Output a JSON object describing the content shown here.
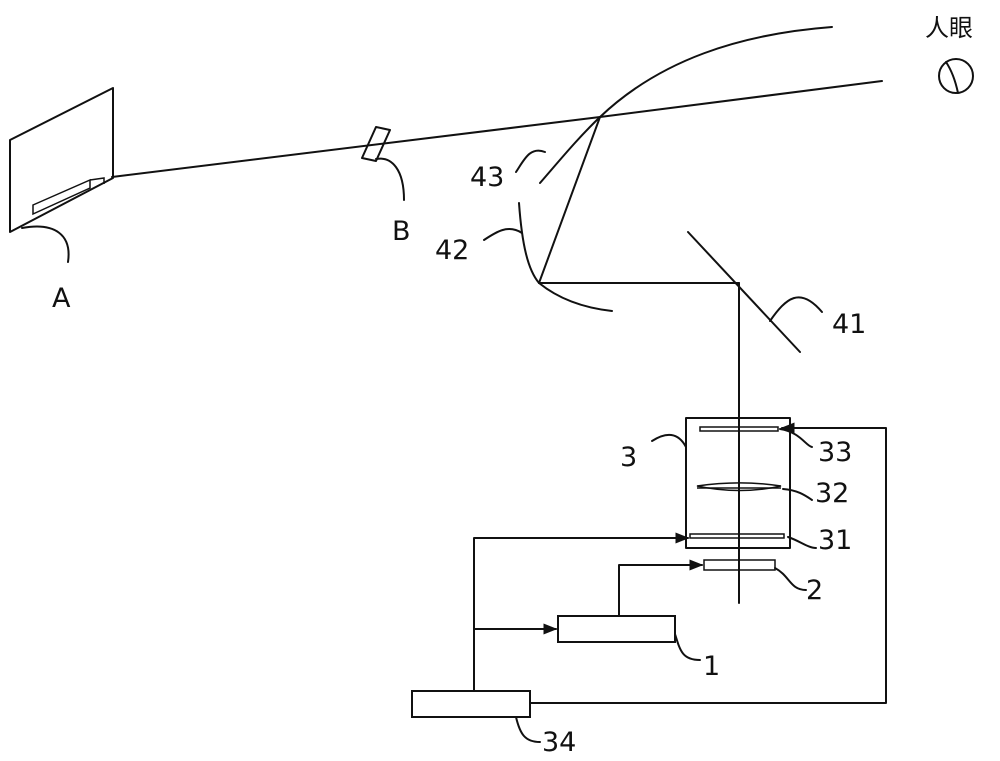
{
  "labels": {
    "eye": "人眼",
    "A": "A",
    "B": "B",
    "l43": "43",
    "l42": "42",
    "l41": "41",
    "l3": "3",
    "l33": "33",
    "l32": "32",
    "l31": "31",
    "l2": "2",
    "l1": "1",
    "l34": "34"
  }
}
